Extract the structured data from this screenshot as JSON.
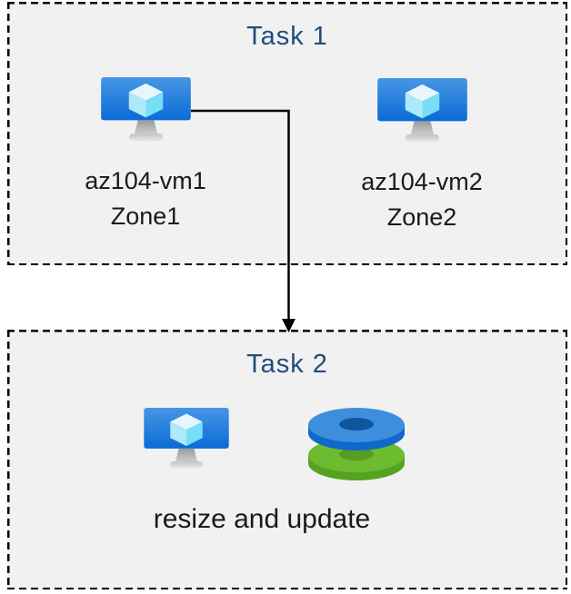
{
  "task1": {
    "title": "Task 1",
    "vms": [
      {
        "name": "az104-vm1",
        "zone": "Zone1"
      },
      {
        "name": "az104-vm2",
        "zone": "Zone2"
      }
    ]
  },
  "task2": {
    "title": "Task 2",
    "caption": "resize and update"
  },
  "icons": {
    "vm": "azure-virtual-machine",
    "disks": "azure-managed-disks",
    "connector": "elbow-arrow-down"
  },
  "colors": {
    "title": "#1F4E79",
    "label": "#1A1A1A",
    "box_background": "#F1F1F2",
    "border": "#000000",
    "arrow": "#000000",
    "vm_screen_top": "#4796E4",
    "vm_screen_bottom": "#0A6BD6",
    "cube_top": "#E7F6FD",
    "cube_left": "#AEE9FA",
    "cube_right": "#76DFF7",
    "disk_blue_top": "#3E8EDE",
    "disk_blue_side": "#1068CA",
    "disk_blue_hole": "#0F569C",
    "disk_green_top": "#6DBB2F",
    "disk_green_side": "#55A31E",
    "disk_green_hole": "#579D22"
  }
}
